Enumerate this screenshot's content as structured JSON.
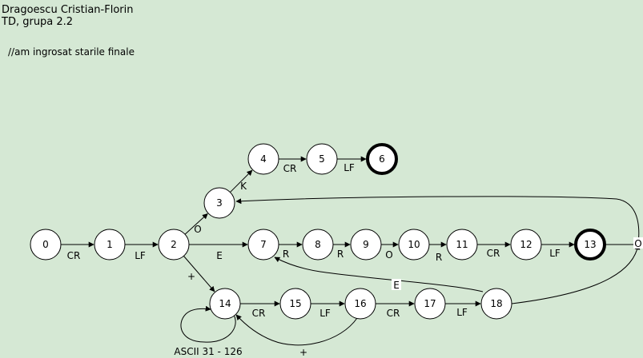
{
  "header": {
    "author": "Dragoescu Cristian-Florin",
    "group": "TD, grupa 2.2",
    "comment": "//am ingrosat starile finale"
  },
  "colors": {
    "background": "#d5e8d4",
    "node_fill": "#ffffff",
    "stroke": "#000000"
  },
  "states": [
    {
      "id": "0",
      "final": false
    },
    {
      "id": "1",
      "final": false
    },
    {
      "id": "2",
      "final": false
    },
    {
      "id": "3",
      "final": false
    },
    {
      "id": "4",
      "final": false
    },
    {
      "id": "5",
      "final": false
    },
    {
      "id": "6",
      "final": true
    },
    {
      "id": "7",
      "final": false
    },
    {
      "id": "8",
      "final": false
    },
    {
      "id": "9",
      "final": false
    },
    {
      "id": "10",
      "final": false
    },
    {
      "id": "11",
      "final": false
    },
    {
      "id": "12",
      "final": false
    },
    {
      "id": "13",
      "final": true
    },
    {
      "id": "14",
      "final": false
    },
    {
      "id": "15",
      "final": false
    },
    {
      "id": "16",
      "final": false
    },
    {
      "id": "17",
      "final": false
    },
    {
      "id": "18",
      "final": false
    }
  ],
  "transitions": [
    {
      "from": "0",
      "to": "1",
      "label": "CR"
    },
    {
      "from": "1",
      "to": "2",
      "label": "LF"
    },
    {
      "from": "2",
      "to": "3",
      "label": "O"
    },
    {
      "from": "3",
      "to": "4",
      "label": "K"
    },
    {
      "from": "4",
      "to": "5",
      "label": "CR"
    },
    {
      "from": "5",
      "to": "6",
      "label": "LF"
    },
    {
      "from": "2",
      "to": "7",
      "label": "E"
    },
    {
      "from": "7",
      "to": "8",
      "label": "R"
    },
    {
      "from": "8",
      "to": "9",
      "label": "R"
    },
    {
      "from": "9",
      "to": "10",
      "label": "O"
    },
    {
      "from": "10",
      "to": "11",
      "label": "R"
    },
    {
      "from": "11",
      "to": "12",
      "label": "CR"
    },
    {
      "from": "12",
      "to": "13",
      "label": "LF"
    },
    {
      "from": "13",
      "to": "3",
      "label": "O"
    },
    {
      "from": "2",
      "to": "14",
      "label": "+"
    },
    {
      "from": "14",
      "to": "14",
      "label": "ASCII 31 - 126"
    },
    {
      "from": "14",
      "to": "15",
      "label": "CR"
    },
    {
      "from": "15",
      "to": "16",
      "label": "LF"
    },
    {
      "from": "16",
      "to": "14",
      "label": "+"
    },
    {
      "from": "16",
      "to": "17",
      "label": "CR"
    },
    {
      "from": "17",
      "to": "18",
      "label": "LF"
    },
    {
      "from": "18",
      "to": "7",
      "label": "E"
    },
    {
      "from": "18",
      "to": "3",
      "label": ""
    }
  ]
}
